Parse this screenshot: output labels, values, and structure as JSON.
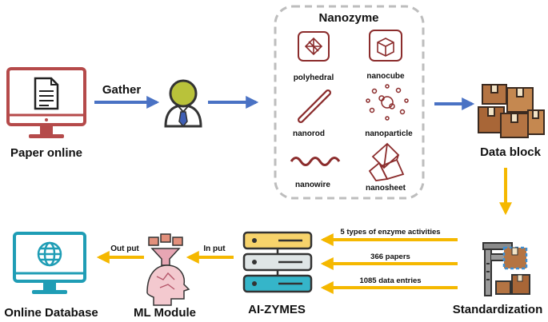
{
  "sources": {
    "paper_online": "Paper online"
  },
  "arrows": {
    "gather": "Gather",
    "in_put": "In put",
    "out_put": "Out put"
  },
  "nanozyme": {
    "title": "Nanozyme",
    "types": [
      "polyhedral",
      "nanocube",
      "nanorod",
      "nanoparticle",
      "nanowire",
      "nanosheet"
    ]
  },
  "nodes": {
    "data_block": "Data block",
    "standardization": "Standardization",
    "ai_zymes": "AI-ZYMES",
    "ml_module": "ML Module",
    "online_database": "Online Database"
  },
  "stats": {
    "enzyme_activities": "5 types of enzyme activities",
    "papers": "366 papers",
    "data_entries": "1085 data entries"
  },
  "colors": {
    "blue_arrow": "#4a72c4",
    "yellow_arrow": "#f5b800",
    "monitor_red": "#b54a4a",
    "monitor_teal": "#1f9db5",
    "nano_icon": "#8b2c2c",
    "box_brown": "#b47443",
    "server_yellow": "#f7d36b",
    "server_teal": "#35b5c9"
  }
}
